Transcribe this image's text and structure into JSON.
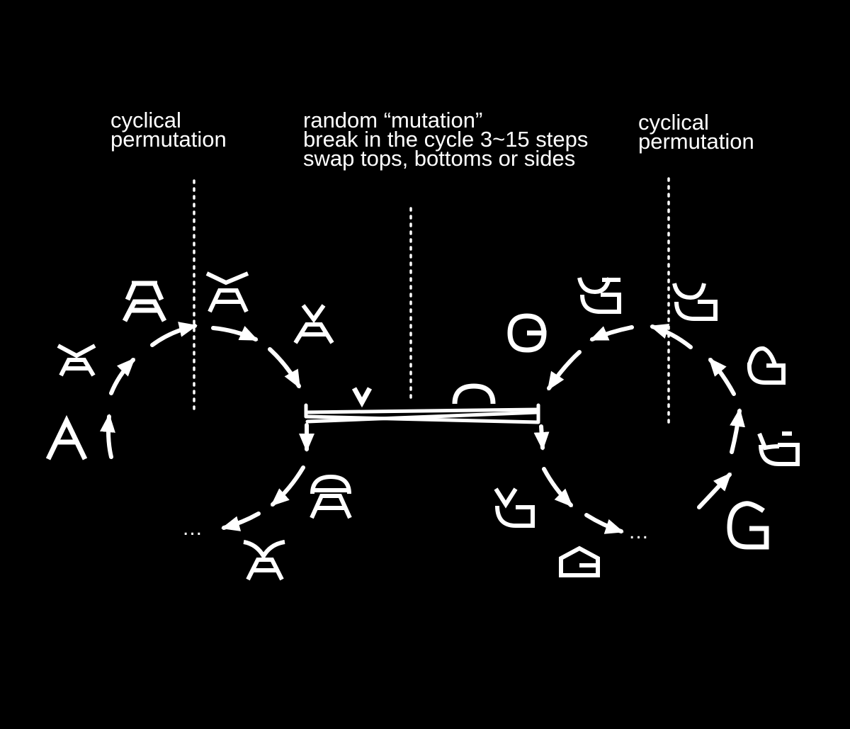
{
  "labels": {
    "left": [
      "cyclical",
      "permutation"
    ],
    "middle": [
      "random “mutation”",
      "break in the cycle 3~15 steps",
      "swap tops, bottoms or sides"
    ],
    "right": [
      "cyclical",
      "permutation"
    ]
  },
  "glyphs": {
    "start_letter": "A",
    "end_letter": "G",
    "mutation_top_fragment": "v",
    "ellipsis_left": "...",
    "ellipsis_right": "..."
  },
  "colors": {
    "background": "#000000",
    "foreground": "#ffffff"
  }
}
